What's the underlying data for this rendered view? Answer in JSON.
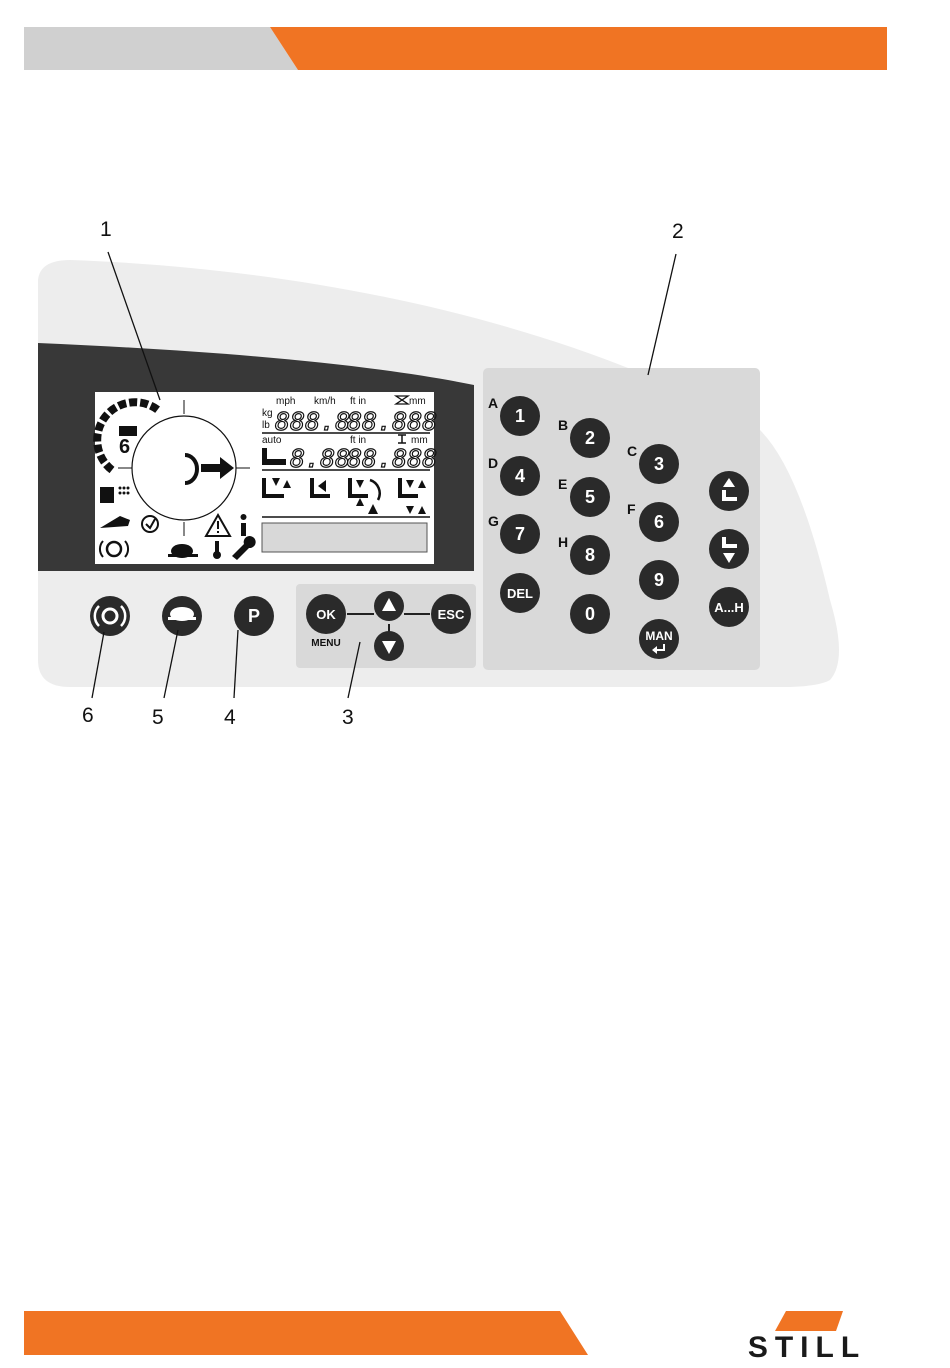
{
  "colors": {
    "accent": "#f07423",
    "panel": "#ededed",
    "keypad_bg": "#d9d9d9",
    "display_bezel": "#383838",
    "key": "#2a2a2a"
  },
  "callouts": [
    "1",
    "2",
    "3",
    "4",
    "5",
    "6"
  ],
  "display": {
    "unit_mph": "mph",
    "unit_kmh": "km/h",
    "unit_ftin_top": "ft in",
    "unit_mm_top": "mm",
    "unit_kg": "kg",
    "unit_lb": "lb",
    "row1_left": "888.8",
    "row1_right": "88.888",
    "label_auto": "auto",
    "unit_ftin_mid": "ft in",
    "unit_mm_mid": "mm",
    "row2_left": "8.88",
    "row2_right": "88.888",
    "battery_digit": "6"
  },
  "buttons": {
    "parking_brake_icon": "parking-brake-icon",
    "slow_mode_icon": "turtle-icon",
    "park": "P",
    "ok": "OK",
    "menu": "MENU",
    "esc": "ESC"
  },
  "keypad": {
    "keys": [
      {
        "num": "1",
        "letter": "A"
      },
      {
        "num": "2",
        "letter": "B"
      },
      {
        "num": "3",
        "letter": "C"
      },
      {
        "num": "4",
        "letter": "D"
      },
      {
        "num": "5",
        "letter": "E"
      },
      {
        "num": "6",
        "letter": "F"
      },
      {
        "num": "7",
        "letter": "G"
      },
      {
        "num": "8",
        "letter": "H"
      },
      {
        "num": "9",
        "letter": ""
      },
      {
        "num": "0",
        "letter": ""
      }
    ],
    "del": "DEL",
    "man": "MAN",
    "range": "A...H"
  },
  "logo_text": "STILL"
}
